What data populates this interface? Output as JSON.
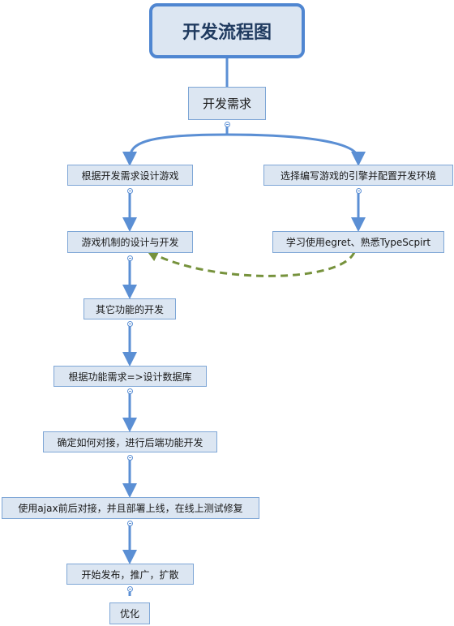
{
  "title": "开发流程图",
  "root": "开发需求",
  "left_branch": {
    "steps": [
      "根据开发需求设计游戏",
      "游戏机制的设计与开发",
      "其它功能的开发",
      "根据功能需求=>设计数据库",
      "确定如何对接，进行后端功能开发",
      "使用ajax前后对接，并且部署上线，在线上测试修复",
      "开始发布，推广，扩散",
      "优化"
    ]
  },
  "right_branch": {
    "steps": [
      "选择编写游戏的引擎并配置开发环境",
      "学习使用egret、熟悉TypeScpirt"
    ]
  },
  "colors": {
    "node_fill": "#dce6f2",
    "node_border": "#7ea6d6",
    "connector": "#5b8fd4",
    "dashed_link": "#76923c"
  }
}
